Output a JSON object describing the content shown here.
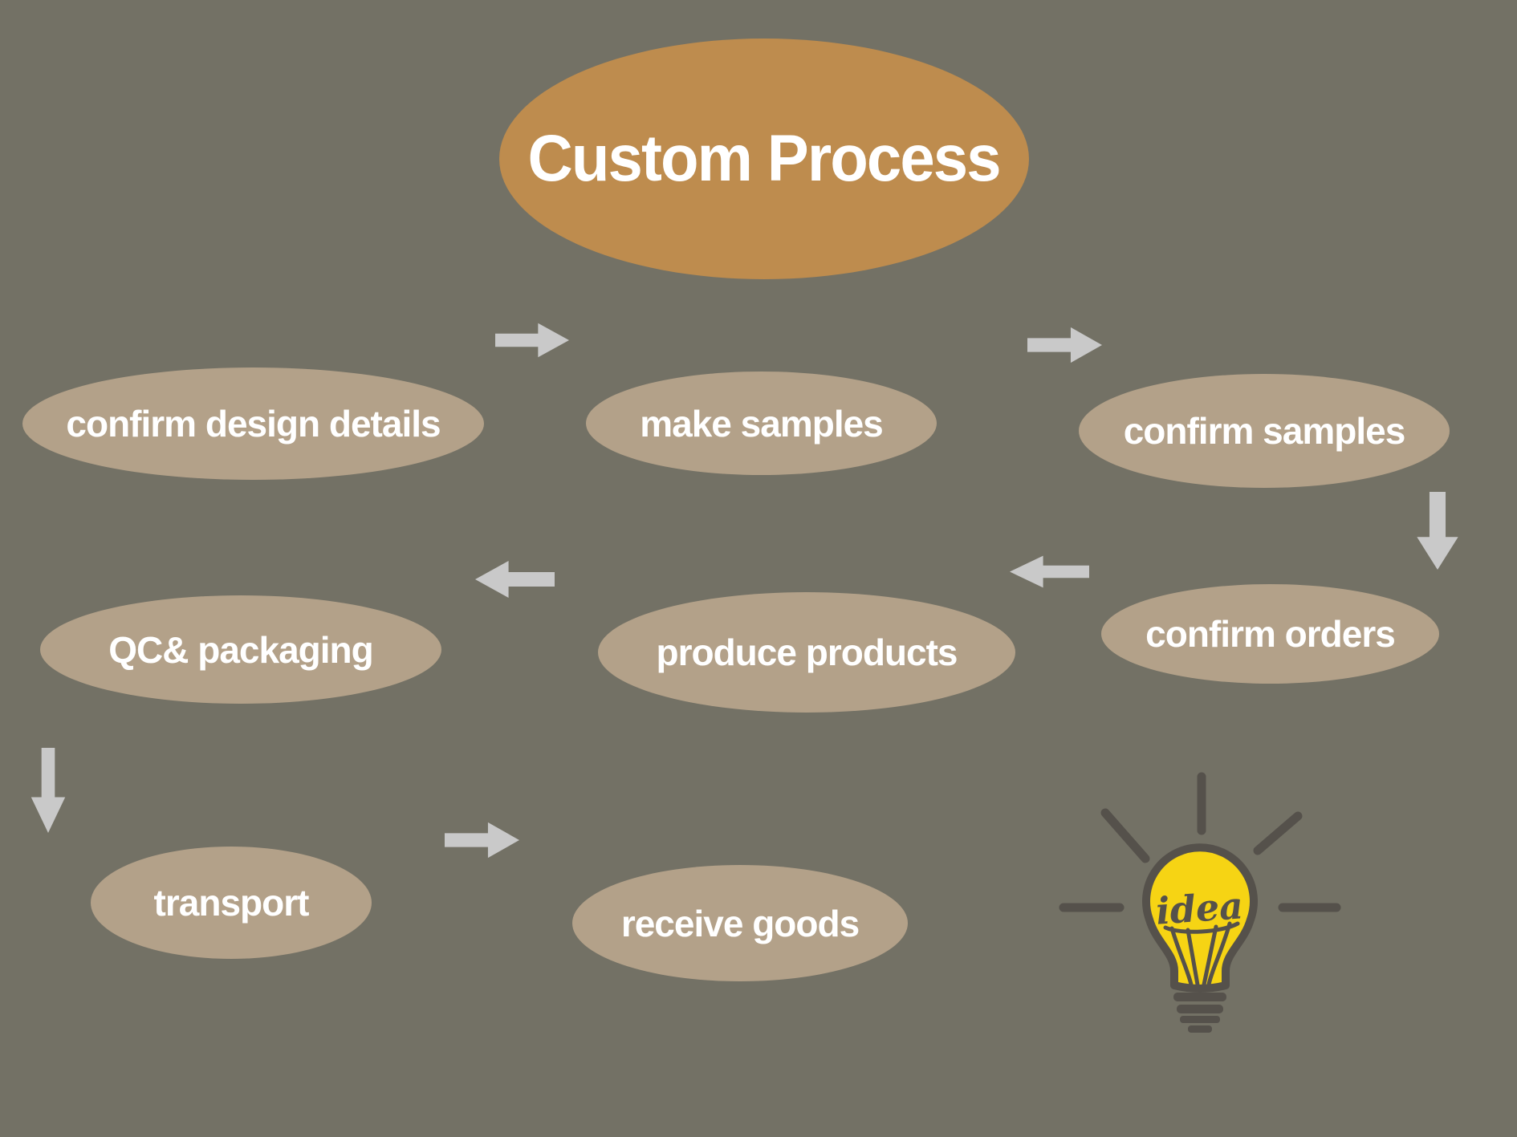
{
  "title": {
    "label": "Custom Process"
  },
  "steps": [
    {
      "name": "confirm-design-details",
      "label": "confirm design details"
    },
    {
      "name": "make-samples",
      "label": "make samples"
    },
    {
      "name": "confirm-samples",
      "label": "confirm samples"
    },
    {
      "name": "confirm-orders",
      "label": "confirm orders"
    },
    {
      "name": "produce-products",
      "label": "produce products"
    },
    {
      "name": "qc-packaging",
      "label": "QC& packaging"
    },
    {
      "name": "transport",
      "label": "transport"
    },
    {
      "name": "receive-goods",
      "label": "receive goods"
    }
  ],
  "flow_order": [
    "confirm design details",
    "make samples",
    "confirm samples",
    "confirm orders",
    "produce products",
    "QC& packaging",
    "transport",
    "receive goods"
  ],
  "idea_icon": {
    "label": "idea"
  },
  "colors": {
    "background": "#737165",
    "title_ellipse": "#be8c4e",
    "step_ellipse": "#b3a189",
    "arrow": "#c9c9c9",
    "text": "#ffffff",
    "bulb_fill": "#f6d414",
    "bulb_outline": "#55514b"
  }
}
